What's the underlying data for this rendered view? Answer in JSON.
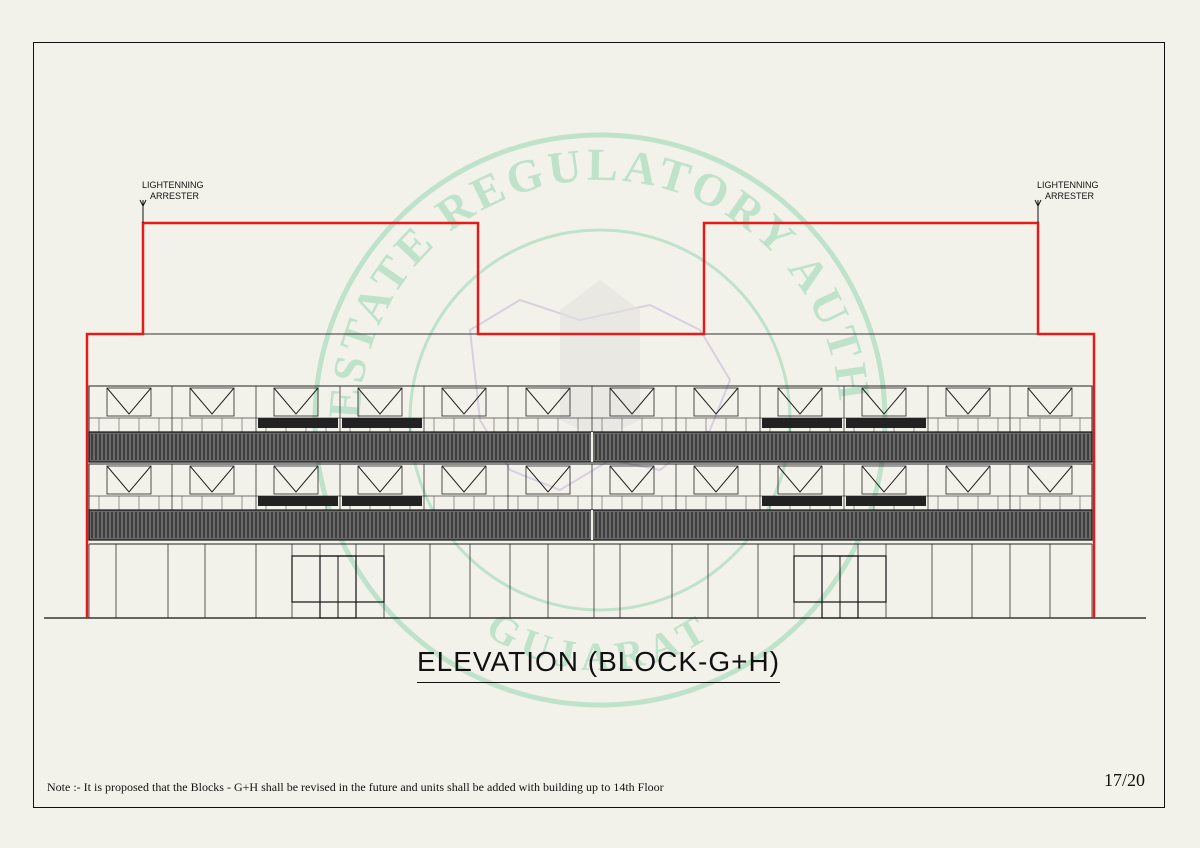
{
  "drawing": {
    "title": "ELEVATION (BLOCK-G+H)",
    "note": "Note :- It is proposed that the Blocks - G+H shall be revised in the future and units shall be added with building up to 14th Floor",
    "page_number": "17/20",
    "lightning_arrester_left": {
      "line1": "LIGHTENNING",
      "line2": "ARRESTER"
    },
    "lightning_arrester_right": {
      "line1": "LIGHTENNING",
      "line2": "ARRESTER"
    }
  },
  "watermark": {
    "top_text": "REAL ESTATE REGULATORY AUTHORITY",
    "bottom_text": "GUJARAT",
    "color": "#7fcfa4"
  },
  "colors": {
    "background": "#f3f2ea",
    "outline_red": "#e31b1b",
    "ink": "#111111"
  }
}
